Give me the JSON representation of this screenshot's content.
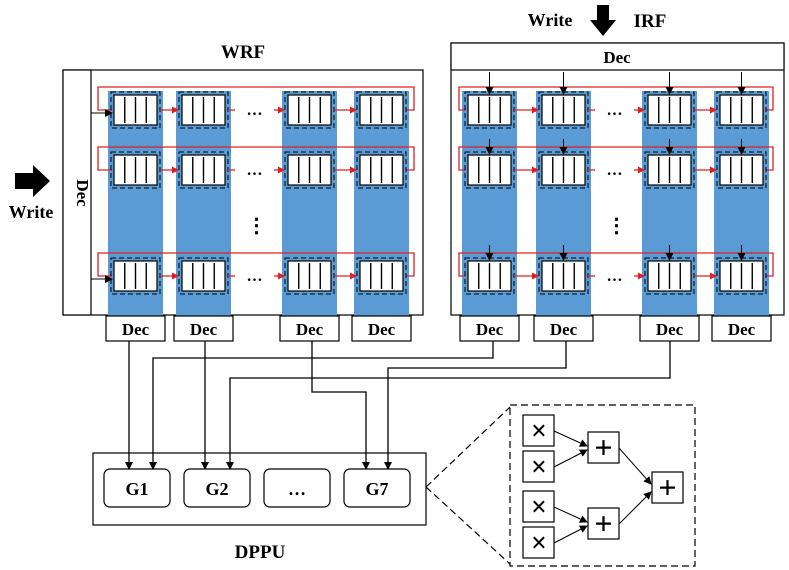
{
  "labels": {
    "wrf_title": "WRF",
    "irf_title": "IRF",
    "dppu_title": "DPPU",
    "write_left": "Write",
    "write_top": "Write",
    "dec": "Dec",
    "ellipsis": "…",
    "vdots": "⋮"
  },
  "wrf_col_decoders": [
    "Dec",
    "Dec",
    "Dec",
    "Dec"
  ],
  "irf_col_decoders": [
    "Dec",
    "Dec",
    "Dec",
    "Dec"
  ],
  "dppu_units": [
    "G1",
    "G2",
    "…",
    "G7"
  ],
  "tree": {
    "multipliers": [
      "×",
      "×",
      "×",
      "×"
    ],
    "adders": [
      "+",
      "+",
      "+"
    ]
  },
  "colors": {
    "column_fill": "#5b9bd5",
    "red_path": "#e02020",
    "stroke": "#000000"
  }
}
